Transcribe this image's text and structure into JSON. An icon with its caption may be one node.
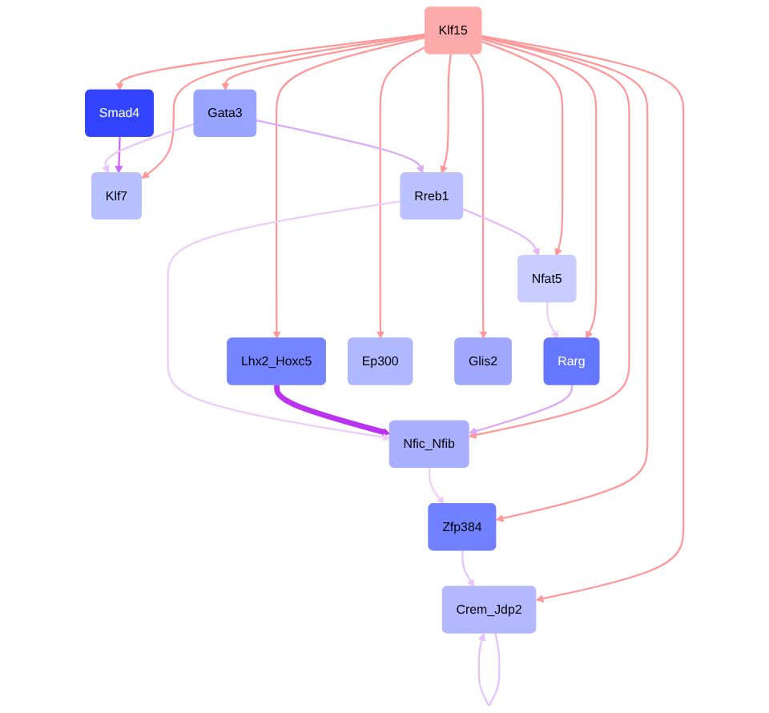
{
  "diagram": {
    "nodes": [
      {
        "text": [
          "Nfic_Nfib"
        ]
      },
      {
        "text": [
          "Rarg"
        ]
      },
      {
        "text": [
          "Zfp384"
        ]
      },
      {
        "text": [
          "Klf7"
        ]
      },
      {
        "text": [
          "Lhx2_Hoxc5"
        ]
      },
      {
        "text": [
          "Smad4"
        ]
      },
      {
        "text": [
          "Klf15"
        ]
      },
      {
        "text": [
          "Crem_Jdp2"
        ]
      },
      {
        "text": [
          "Ep300"
        ]
      },
      {
        "text": [
          "Gata3"
        ]
      },
      {
        "text": [
          "Glis2"
        ]
      },
      {
        "text": [
          "Rreb1"
        ]
      },
      {
        "text": [
          "Nfat5"
        ]
      }
    ],
    "edges": [
      {
        "from": 6,
        "to": 0,
        "arrow": "to"
      },
      {
        "from": 6,
        "to": 1,
        "arrow": "to"
      },
      {
        "from": 6,
        "to": 2,
        "arrow": "to"
      },
      {
        "from": 6,
        "to": 3,
        "arrow": "to"
      },
      {
        "from": 6,
        "to": 4,
        "arrow": "to"
      },
      {
        "from": 6,
        "to": 5,
        "arrow": "to"
      },
      {
        "from": 6,
        "to": 7,
        "arrow": "to"
      },
      {
        "from": 6,
        "to": 8,
        "arrow": "to"
      },
      {
        "from": 6,
        "to": 9,
        "arrow": "to"
      },
      {
        "from": 6,
        "to": 10,
        "arrow": "to"
      },
      {
        "from": 6,
        "to": 11,
        "arrow": "to"
      },
      {
        "from": 6,
        "to": 12,
        "arrow": "to"
      },
      {
        "from": 1,
        "to": 0,
        "arrow": "to",
        "color": "#dda6f8"
      },
      {
        "from": 0,
        "to": 2,
        "arrow": "to",
        "color": "#eeccfc"
      },
      {
        "from": 4,
        "to": 0,
        "arrow": "to",
        "style": "thick",
        "color": "#bb33ee"
      },
      {
        "from": 5,
        "to": 3,
        "arrow": "to",
        "color": "#cc66ff"
      },
      {
        "from": 2,
        "to": 7,
        "arrow": "to",
        "color": "#e8c6fc"
      },
      {
        "from": 7,
        "to": 7,
        "arrow": "to",
        "color": "#e8c0fc"
      },
      {
        "from": 9,
        "to": 3,
        "arrow": "to",
        "color": "#e8c6fc"
      },
      {
        "from": 9,
        "to": 11,
        "arrow": "to",
        "color": "#ddaaf8"
      },
      {
        "from": 11,
        "to": 12,
        "arrow": "to",
        "color": "#e4b8fa"
      },
      {
        "from": 11,
        "to": 0,
        "arrow": "to",
        "color": "#eeccfc"
      },
      {
        "from": 12,
        "to": 1,
        "arrow": "to",
        "color": "#eeccfc"
      }
    ]
  }
}
